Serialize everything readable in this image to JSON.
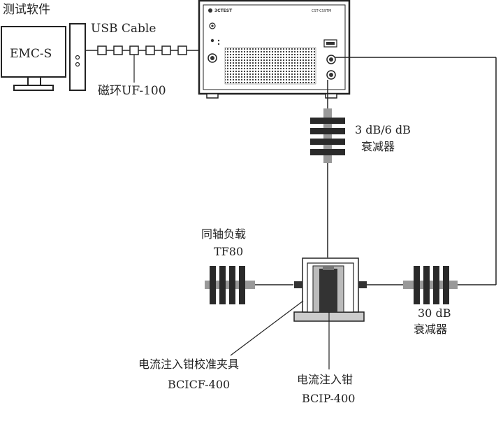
{
  "software": {
    "title": "测试软件",
    "pc_label": "EMC-S"
  },
  "usb": {
    "label": "USB Cable",
    "ferrite_label": "磁环UF-100"
  },
  "instrument": {
    "brand": "3CTEST",
    "model": "CST-CS9TM"
  },
  "attenuator_top": {
    "line1": "3 dB/6 dB",
    "line2": "衰减器"
  },
  "coax_load": {
    "line1": "同轴负载",
    "line2": "TF80"
  },
  "attenuator_right": {
    "line1": "30 dB",
    "line2": "衰减器"
  },
  "fixture": {
    "line1": "电流注入钳校准夹具",
    "line2": "BCICF-400"
  },
  "clamp": {
    "line1": "电流注入钳",
    "line2": "BCIP-400"
  }
}
